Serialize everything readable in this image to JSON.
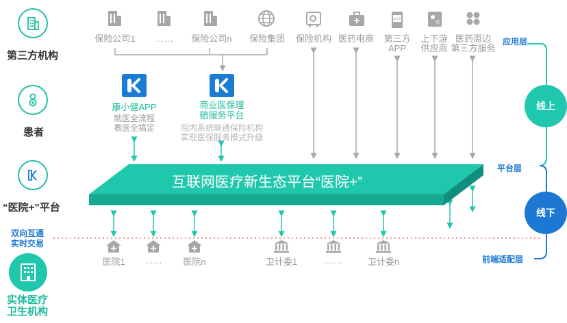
{
  "left_column": {
    "third_party": "第三方机构",
    "patient": "患者",
    "platform": "“医院+”平台",
    "two_way": [
      "双向互通",
      "实时交易"
    ],
    "physical": [
      "实体医疗",
      "卫生机构"
    ]
  },
  "top_row": [
    {
      "label": "保险公司1",
      "icon": "building-icon"
    },
    {
      "label": "……",
      "icon": "building-icon"
    },
    {
      "label": "保险公司n",
      "icon": "building-icon"
    },
    {
      "label": "保险集团",
      "icon": "globe-icon"
    },
    {
      "label": "保险机构",
      "icon": "safe-icon"
    },
    {
      "label": "医药电商",
      "icon": "medkit-icon"
    },
    {
      "label": [
        "第三方",
        "APP"
      ],
      "icon": "app-icon"
    },
    {
      "label": [
        "上下游",
        "供应商"
      ],
      "icon": "supplier-icon"
    },
    {
      "label": [
        "医药周边",
        "第三方服务"
      ],
      "icon": "grid-icon"
    }
  ],
  "apps": {
    "kangxiaojian": {
      "name": "康小健APP",
      "desc": [
        "就医全流程",
        "看医全搞定"
      ]
    },
    "insurance_platform": {
      "name": [
        "商业医保理",
        "赔服务平台"
      ],
      "desc": [
        "院内系统联通保险机构",
        "实现医保服务模式升级"
      ]
    }
  },
  "platform_bar": {
    "title": "互联网医疗新生态平台“医院+”"
  },
  "bottom_row": [
    {
      "label": "医院1",
      "icon": "hospital-icon"
    },
    {
      "label": "……",
      "icon": "hospital-icon"
    },
    {
      "label": "医院n",
      "icon": "hospital-icon"
    },
    {
      "label": "卫计委1",
      "icon": "government-icon"
    },
    {
      "label": "……",
      "icon": "government-icon"
    },
    {
      "label": "卫计委n",
      "icon": "government-icon"
    }
  ],
  "right_side": {
    "application_layer": "应用层",
    "platform_layer": "平台层",
    "frontend_layer": "前端适配层",
    "online": "线上",
    "offline": "线下"
  },
  "colors": {
    "teal": "#1fc7ad",
    "blue": "#1d78d4",
    "grey": "#a7a7a7",
    "red_dotted": "#e57373"
  }
}
